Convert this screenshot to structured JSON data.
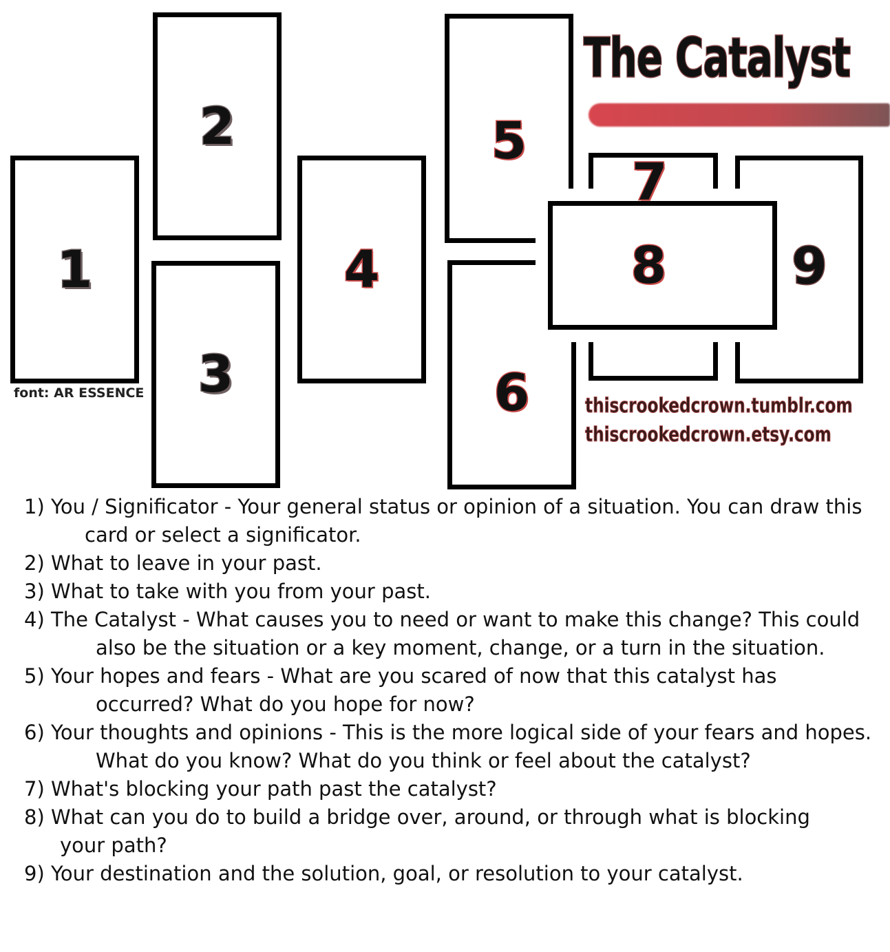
{
  "title": "The Catalyst",
  "font_note": "font: AR ESSENCE",
  "links": [
    "thiscrookedcrown.tumblr.com",
    "thiscrookedcrown.etsy.com"
  ],
  "cards": [
    "1",
    "2",
    "3",
    "4",
    "5",
    "6",
    "7",
    "8",
    "9"
  ],
  "colors": {
    "accent_red": "#c84a48",
    "grey_outline": "#6e5f60",
    "title_outline": "#8a4a4a"
  },
  "legend": [
    "1) You / Significator - Your general status or opinion of a situation. You can draw this card or select a significator.",
    "2) What to leave in your past.",
    "3) What to take with you from your past.",
    "4) The Catalyst - What causes you to need or want to make this change? This could also be the situation or a key moment, change, or a turn in the situation.",
    "5) Your hopes and fears - What are you scared of now that this catalyst has occurred? What do you hope for now?",
    "6) Your thoughts and opinions - This is the more logical side of your fears and hopes. What do you know? What do you think or feel about the catalyst?",
    "7) What's blocking your path past the catalyst?",
    "8) What can you do to build a bridge over, around, or through what is blocking your path?",
    "9) Your destination and the solution, goal, or resolution to your catalyst."
  ]
}
